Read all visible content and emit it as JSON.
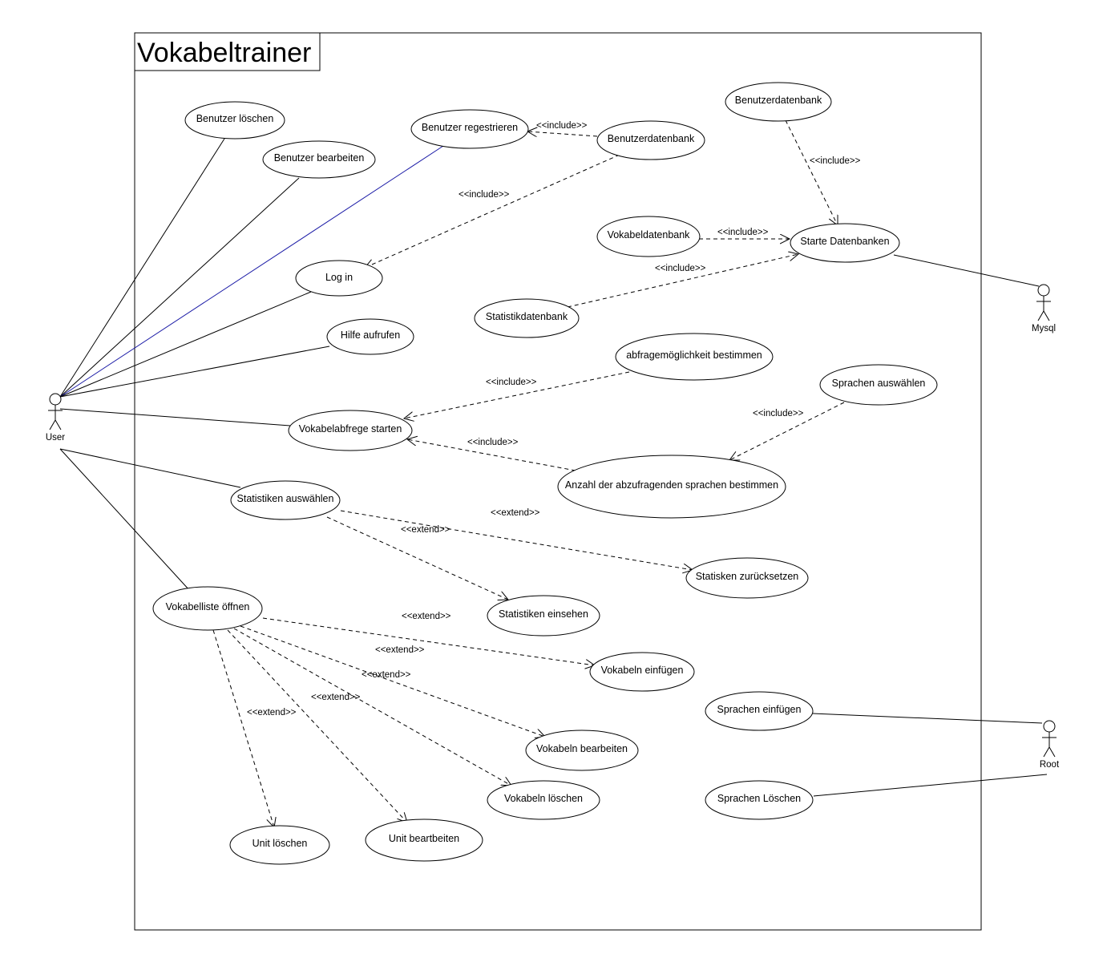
{
  "diagram": {
    "title": "Vokabeltrainer",
    "actors": {
      "user": "User",
      "mysql": "Mysql",
      "root": "Root"
    },
    "use_cases": {
      "benutzer_loeschen": "Benutzer löschen",
      "benutzer_bearbeiten": "Benutzer bearbeiten",
      "benutzer_registrieren": "Benutzer regestrieren",
      "benutzerdatenbank_1": "Benutzerdatenbank",
      "benutzerdatenbank_2": "Benutzerdatenbank",
      "log_in": "Log in",
      "vokabeldatenbank": "Vokabeldatenbank",
      "starte_datenbanken": "Starte Datenbanken",
      "statistikdatenbank": "Statistikdatenbank",
      "hilfe_aufrufen": "Hilfe aufrufen",
      "abfragemoeglichkeit": "abfragemöglichkeit bestimmen",
      "sprachen_auswaehlen": "Sprachen auswählen",
      "vokabelabfrege_starten": "Vokabelabfrege starten",
      "anzahl_sprachen": "Anzahl der abzufragenden sprachen bestimmen",
      "statistiken_auswaehlen": "Statistiken auswählen",
      "statisken_zuruecksetzen": "Statisken zurücksetzen",
      "statistiken_einsehen": "Statistiken einsehen",
      "vokabelliste_oeffnen": "Vokabelliste öffnen",
      "vokabeln_einfuegen": "Vokabeln einfügen",
      "sprachen_einfuegen": "Sprachen einfügen",
      "vokabeln_bearbeiten": "Vokabeln bearbeiten",
      "vokabeln_loeschen": "Vokabeln löschen",
      "sprachen_loeschen": "Sprachen Löschen",
      "unit_loeschen": "Unit löschen",
      "unit_bearbeiten": "Unit beartbeiten"
    },
    "stereotypes": {
      "include": "<<include>>",
      "extend": "<<extend>>"
    },
    "colors": {
      "line": "#000000",
      "highlight_line": "#1a1aa6",
      "background": "#ffffff"
    }
  }
}
